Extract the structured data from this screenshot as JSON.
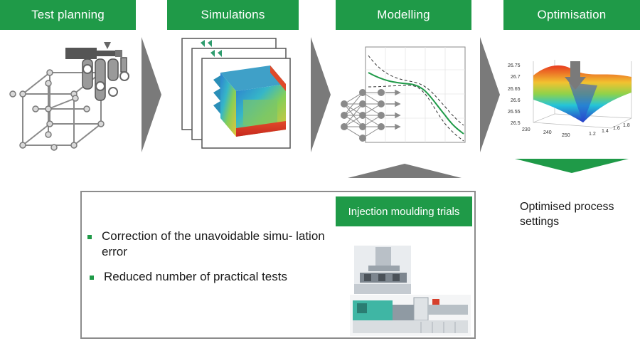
{
  "stages": [
    {
      "label": "Test planning"
    },
    {
      "label": "Simulations"
    },
    {
      "label": "Modelling"
    },
    {
      "label": "Optimisation"
    }
  ],
  "trials": {
    "header": "Injection moulding trials",
    "bullets": [
      "Correction of the unavoidable simu- lation error",
      "Reduced number of practical tests"
    ]
  },
  "result": {
    "text": "Optimised process settings"
  },
  "surface_plot": {
    "z_ticks": [
      "26.75",
      "26.7",
      "26.65",
      "26.6",
      "26.55",
      "26.5"
    ],
    "x_ticks": [
      "230",
      "240",
      "250"
    ],
    "y_ticks": [
      "1.2",
      "1.4",
      "1.6",
      "1.8"
    ]
  },
  "colors": {
    "accent": "#1f9a48",
    "arrow": "#7a7a7a"
  },
  "icons": [
    "design-of-experiments-cube-icon",
    "injection-unit-icon",
    "simulation-result-stack-icon",
    "neural-network-icon",
    "optimisation-arrow-icon",
    "injection-moulding-machine-image"
  ]
}
